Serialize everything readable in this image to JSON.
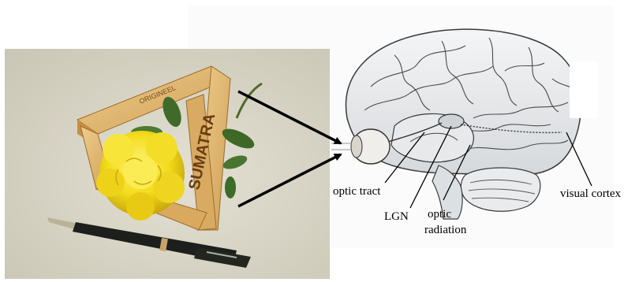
{
  "photo": {
    "box_brand": "SUMATRA",
    "box_brand_top": "ORIGINEEL"
  },
  "labels": {
    "optic_tract": "optic tract",
    "lgn": "LGN",
    "optic_radiation_line1": "optic",
    "optic_radiation_line2": "radiation",
    "visual_cortex": "visual cortex"
  },
  "colors": {
    "background": "#ffffff",
    "photo_backdrop": "#d9d6c8",
    "box_wood": "#e2b873",
    "flower": "#f5df1c",
    "arrow": "#000000"
  }
}
